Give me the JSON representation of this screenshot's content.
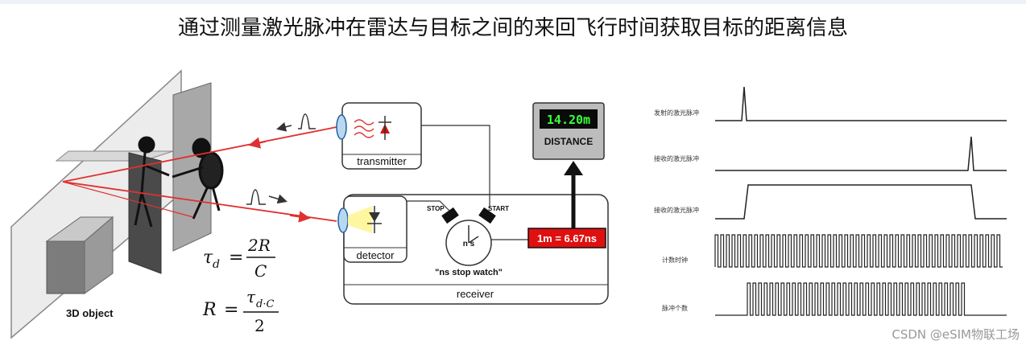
{
  "title": "通过测量激光脉冲在雷达与目标之间的来回飞行时间获取目标的距离信息",
  "labels": {
    "transmitter": "transmitter",
    "detector": "detector",
    "receiver": "receiver",
    "stop": "STOP",
    "start": "START",
    "stopwatch": "\"ns stop watch\"",
    "ns": "n s",
    "scale": "1m = 6.67ns",
    "display_value": "14.20m",
    "display_caption": "DISTANCE",
    "object": "3D object"
  },
  "formula": {
    "tau": "τ",
    "tau_sub": "d",
    "eq": "=",
    "num1": "2R",
    "den1": "C",
    "R": "R",
    "sub2": "d·C",
    "den2": "2"
  },
  "timing_labels": [
    "发射的激光脉冲",
    "接收的激光脉冲",
    "接收的激光脉冲",
    "计数时钟",
    "脉冲个数"
  ],
  "colors": {
    "laser": "#e03030",
    "lcd_bg": "#0a0a0a",
    "lcd_text": "#3cff3c",
    "scale_bg": "#e01010"
  },
  "watermark": "CSDN @eSIM物联工场"
}
